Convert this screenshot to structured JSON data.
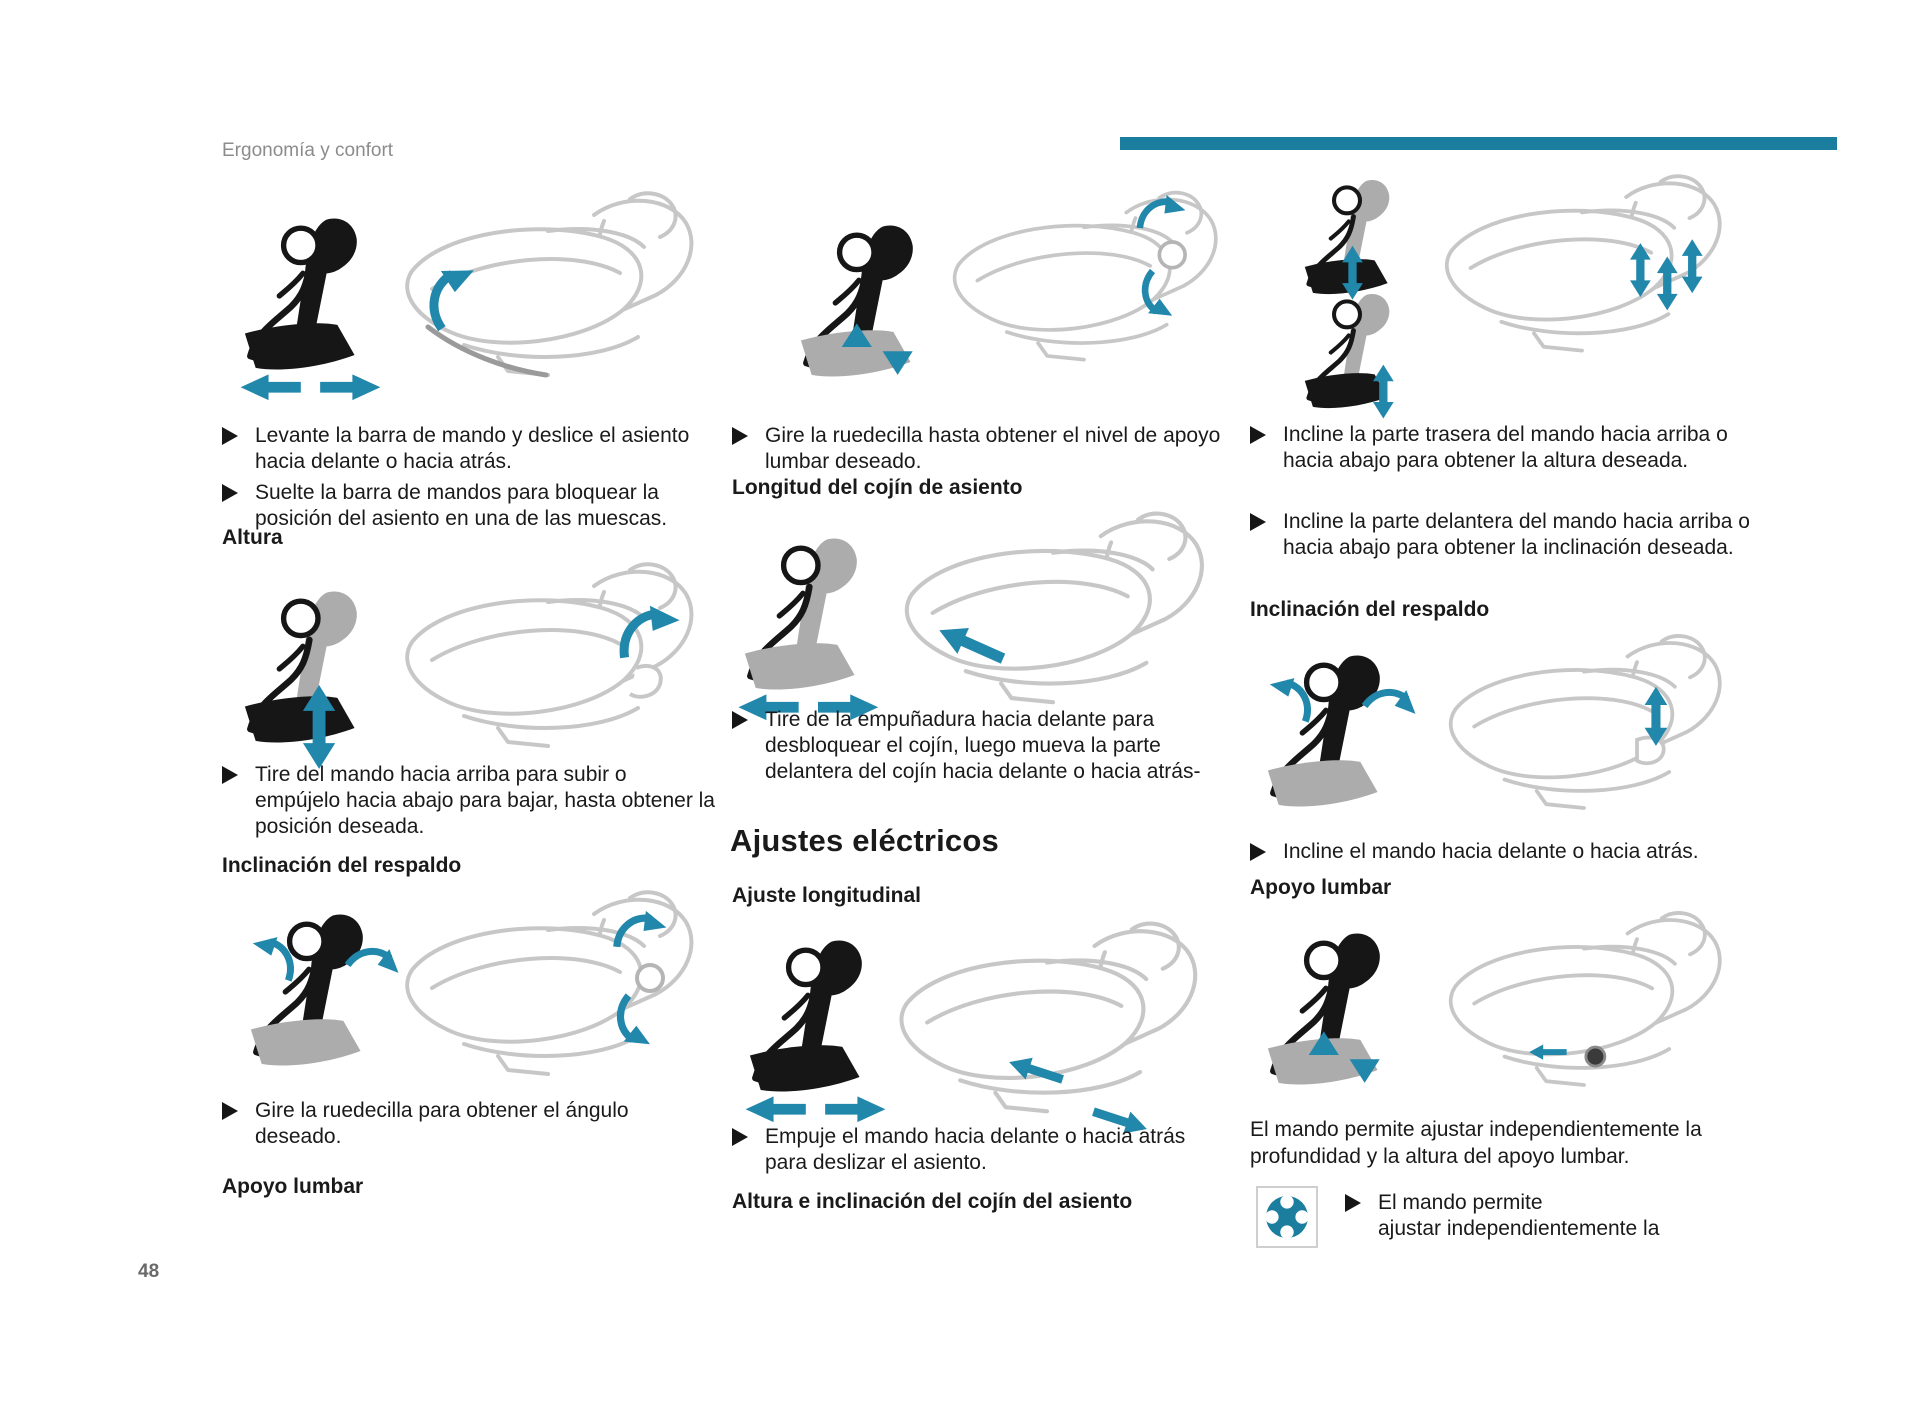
{
  "header": {
    "title": "Ergonomía y confort"
  },
  "page_number": "48",
  "colors": {
    "accent": "#1b7e9e",
    "arrow": "#2187ab",
    "sketch": "#c7c7c7",
    "pictogram_gray": "#acacac",
    "text": "#1a1a1a",
    "title_gray": "#8c8c8c"
  },
  "icons": {
    "bullet": "right-triangle",
    "lumbar_button": "teal-roundel-four-dots",
    "seat_pictogram": "person-on-seat",
    "seat_sketch": "car-seat-line-art"
  },
  "col1": {
    "b1": "Levante la barra de mando y deslice el asiento hacia delante o hacia atrás.",
    "b2": "Suelte la barra de mandos para bloquear la posición del asiento en una de las muescas.",
    "h1": "Altura",
    "b3": "Tire del mando hacia arriba para subir o empújelo hacia abajo para bajar, hasta obtener la posición deseada.",
    "h2": "Inclinación del respaldo",
    "b4": "Gire la ruedecilla para obtener el ángulo deseado.",
    "h3": "Apoyo lumbar"
  },
  "col2": {
    "b1": "Gire la ruedecilla hasta obtener el nivel de apoyo lumbar deseado.",
    "h1": "Longitud del cojín de asiento",
    "b2": "Tire de la empuñadura hacia delante para desbloquear el cojín, luego mueva la parte delantera del cojín hacia delante o hacia atrás-",
    "h2": "Ajustes eléctricos",
    "h3": "Ajuste longitudinal",
    "b3": "Empuje el mando hacia delante o hacia atrás para deslizar el asiento.",
    "h4": "Altura e inclinación del cojín del asiento"
  },
  "col3": {
    "b1": "Incline la parte trasera del mando hacia arriba o hacia abajo para obtener la altura deseada.",
    "b2": "Incline la parte delantera del mando hacia arriba o hacia abajo para obtener la inclinación deseada.",
    "h1": "Inclinación del respaldo",
    "b3": "Incline el mando hacia delante o hacia atrás.",
    "h2": "Apoyo lumbar",
    "p1": "El mando permite ajustar independientemente la profundidad y la altura del apoyo lumbar.",
    "b4_line1": "El mando permite",
    "b4_line2": "ajustar independientemente la"
  }
}
